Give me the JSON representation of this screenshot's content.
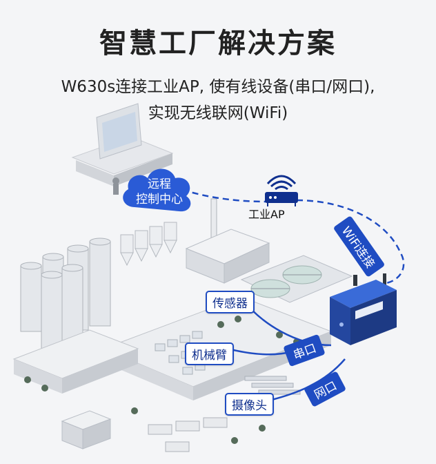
{
  "header": {
    "title": "智慧工厂解决方案",
    "subtitle_line1": "W630s连接工业AP, 使有线设备(串口/网口),",
    "subtitle_line2": "实现无线联网(WiFi)"
  },
  "cloud": {
    "line1": "远程",
    "line2": "控制中心"
  },
  "ap": {
    "label": "工业AP",
    "icon": "wifi-router-icon"
  },
  "links": {
    "wifi": "WiFi连接",
    "serial": "串口",
    "ethernet": "网口"
  },
  "devices": {
    "sensor": "传感器",
    "robot_arm": "机械臂",
    "camera": "摄像头"
  },
  "colors": {
    "accent": "#1f4cc2",
    "dark_blue": "#0f2f8e"
  }
}
